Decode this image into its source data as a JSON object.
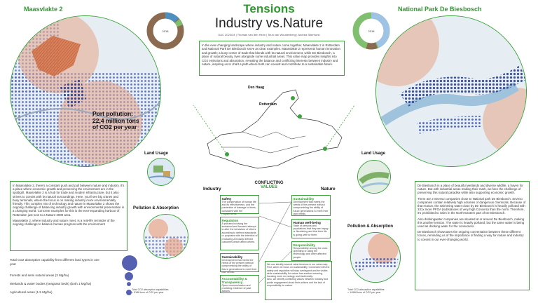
{
  "header": {
    "title": "Tensions",
    "subtitle": "Industry vs.Nature",
    "credits": "D&C 2023/24 | Thomas van den Heim | Teun van Woudenberg | Andrea Stierhorst"
  },
  "left": {
    "title": "Maasvlakte 2",
    "pollution_label": "Port pollution:\n22,4 million tons\nof CO2 per year",
    "land_usage": "Land Usage",
    "pollution_absorption": "Pollution & Absorption",
    "total_absorption": "Total CO2 absorption capabilities\n= 5188 tons of CO2 per year",
    "intro": "In Maasvlakte 2, there's a constant push and pull between nature and industry. It's a place where economic growth and preserving the environment are in the spotlight. Maasvlakte 2 is a hub for trade and modern infrastructure, but it also strives to coexist with its natural surroundings. Here, you'll see big cranes and busy terminals, where the focus is on making industry more environmentally friendly. This complex mix of technology and nature in Maasvlakte 2 shows the ongoing challenge of balancing industry growth with environmental preservation in a changing world. Concrete examples for this is the ever-expanding harbour of Rotterdam just next to a Nature-2000 area.",
    "outro": "Maasvlakte 2, where industry and nature meet, is a real-life reminder of the ongoing challenge to balance human progress with the environment",
    "legend": [
      "Total CO2 absorption capability from different land types in one year",
      "Forests and semi natural areas (3 Mg/ha)",
      "Wetlands & water bodies (seagrass beds) (both 1 Mg/ha)",
      "Agricultural areas (1.5 Mg/ha)"
    ],
    "donut_year": "2018"
  },
  "right": {
    "title": "National Park De Biesbosch",
    "land_usage": "Land Usage",
    "pollution_absorption": "Pollution & Absorption",
    "total_absorption": "Total CO2 absorption capabilities\n= 14968 tons of CO2 per year",
    "text1": "De Biesbosch is a place of beautiful wetlands and diverse wildlife, a haven for nature. But with industrial areas making their mark, we face the challenge of preserving this natural paradise while also supporting economic growth.",
    "text2": "There are 2 Seveso companies close to National park De Biesbosch. Seveso companies contain relatively high volumes of dangerous chemicals. Because of that reason, the swimming water close by De Biesbosch is heavily polluted with 331x more PFOA (substances of very high Concern) than the norm. Therefore, it's prohibited to swim in the North-Eastern part of De Biesbosch.",
    "text3": "Also drinkingwater companies are situated at or around De Biesbosch, making this another tension. The water is heavily polluted, but the same water is being used as drinking water for the consumers.",
    "text4": "De Biesbosch showcases the ongoing conversation between these different forces, reminding us of the importance of finding a way for nature and industry to coexist in our ever-changing world.",
    "donut_year": "2018"
  },
  "center": {
    "intro": "In the ever-changing landscape where industry and nature come together, Maasvlakte 2 in Rotterdam and National Park De Biesbosch serve as clear examples. Maasvlakte 2 represents human innovation and growth; a busy center of trade that blends with its natural environment, while De Biesbosch, a place of natural beauty, lives alongside some industrial areas. This value map provides insights into CO2 emissions and absorption, revealing the balance and conflicting interests between industry and nature, inspiring us to chart a path where both can coexist and contribute to a sustainable future.",
    "city1": "Den Haag",
    "city2": "Rotterdam",
    "conflicting": "CONFLICTING",
    "values": "VALUES",
    "industry": "Industry",
    "nature": "Nature",
    "industry_values": [
      {
        "name": "Safety",
        "desc": "The conservation of human life and its effectiveness, and the prevention of damage to items, consistent with the requirements."
      },
      {
        "name": "Regulation",
        "desc": "A process involving the sustained and focused attempt to alter the behaviour of others according to defined standards or purposes with the intention of producing a broadly defined outcomes which affect others."
      },
      {
        "name": "Sustainability",
        "desc": "Development that meets the needs of the present without compromising the ability of future generations to meet their own needs."
      },
      {
        "name": "Accountability & Transparency",
        "desc": "Open communication and providing evidence of past actions."
      }
    ],
    "nature_values": [
      {
        "name": "Sustainability",
        "desc": "Development that meets the needs of the present without compromising the ability of future generations to meet their own needs."
      },
      {
        "name": "Human well-being",
        "desc": "State of persons and populations that they are happy or flourishing and that their life is going well for them."
      },
      {
        "name": "Responsibility",
        "desc": "Responsibility among the ones operating or using the technology and other affected people."
      }
    ],
    "footnote": "We can identify several value tensions in our value map. First, when we focus on sustainability, Connected with the safety and regulation will stay overlapped and be visible, while sustainability for nature has another meaning, focusing more on ecology and biodiversity.\nAlso, we identify conflicting values between industry and public engagement about their actions and the lack of responsibility for nature."
  }
}
